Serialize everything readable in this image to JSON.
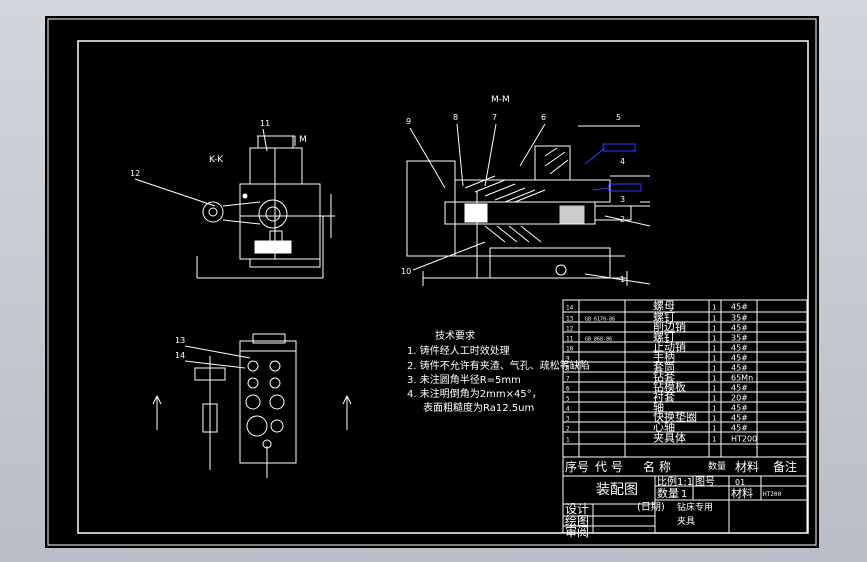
{
  "views": {
    "section_mm": "M-M",
    "section_kk": "K-K",
    "label_m": "M"
  },
  "balloons": {
    "b1": "1",
    "b2": "2",
    "b3": "3",
    "b4": "4",
    "b5": "5",
    "b6": "6",
    "b7": "7",
    "b8": "8",
    "b9": "9",
    "b10": "10",
    "b11": "11",
    "b12": "12",
    "b13": "13",
    "b14": "14"
  },
  "tech": {
    "title": "技术要求",
    "line1": "1. 铸件经人工时效处理",
    "line2": "2. 铸件不允许有夹渣、气孔、疏松等缺陷",
    "line3": "3. 未注圆角半径R=5mm",
    "line4": "4. 未注明倒角为2mm×45°，",
    "line5": "表面粗糙度为Ra12.5um"
  },
  "bom": {
    "rows": [
      {
        "no": "14",
        "code": "",
        "name": "螺母",
        "qty": "1",
        "mat": "45#"
      },
      {
        "no": "13",
        "code": "GB 6170-86",
        "name": "螺钉",
        "qty": "1",
        "mat": "35#"
      },
      {
        "no": "12",
        "code": "",
        "name": "削边销",
        "qty": "1",
        "mat": "45#"
      },
      {
        "no": "11",
        "code": "GB 868-86",
        "name": "螺钉",
        "qty": "1",
        "mat": "35#"
      },
      {
        "no": "10",
        "code": "",
        "name": "止动销",
        "qty": "1",
        "mat": "45#"
      },
      {
        "no": "9",
        "code": "",
        "name": "手柄",
        "qty": "1",
        "mat": "45#"
      },
      {
        "no": "8",
        "code": "",
        "name": "套筒",
        "qty": "1",
        "mat": "45#"
      },
      {
        "no": "7",
        "code": "",
        "name": "钻套",
        "qty": "1",
        "mat": "65Mn"
      },
      {
        "no": "6",
        "code": "",
        "name": "钻模板",
        "qty": "1",
        "mat": "45#"
      },
      {
        "no": "5",
        "code": "",
        "name": "衬套",
        "qty": "1",
        "mat": "20#"
      },
      {
        "no": "4",
        "code": "",
        "name": "轴",
        "qty": "1",
        "mat": "45#"
      },
      {
        "no": "3",
        "code": "",
        "name": "快换垫圈",
        "qty": "1",
        "mat": "45#"
      },
      {
        "no": "2",
        "code": "",
        "name": "心轴",
        "qty": "1",
        "mat": "45#"
      },
      {
        "no": "1",
        "code": "",
        "name": "夹具体",
        "qty": "1",
        "mat": "HT200"
      }
    ],
    "header": {
      "no": "序号",
      "code": "代  号",
      "name": "名    称",
      "qty": "数量",
      "mat": "材料",
      "remark": "备注"
    }
  },
  "titleblock": {
    "drawing_name": "装配图",
    "scale_label": "比例",
    "scale_value": "1:1",
    "sheet_label": "图号",
    "sheet_value": "01",
    "qty_label": "数量",
    "qty_value": "1",
    "mat_label": "材料",
    "mat_value": "HT200",
    "date_label": "(日期)",
    "design_label": "设计",
    "draw_label": "绘图",
    "review_label": "审阅",
    "company_line1": "钻床专用",
    "company_line2": "夹具"
  },
  "colors": {
    "background": "#000000",
    "line": "#ffffff",
    "leader": "#3a3aff",
    "frame": "#c7ccd3"
  }
}
